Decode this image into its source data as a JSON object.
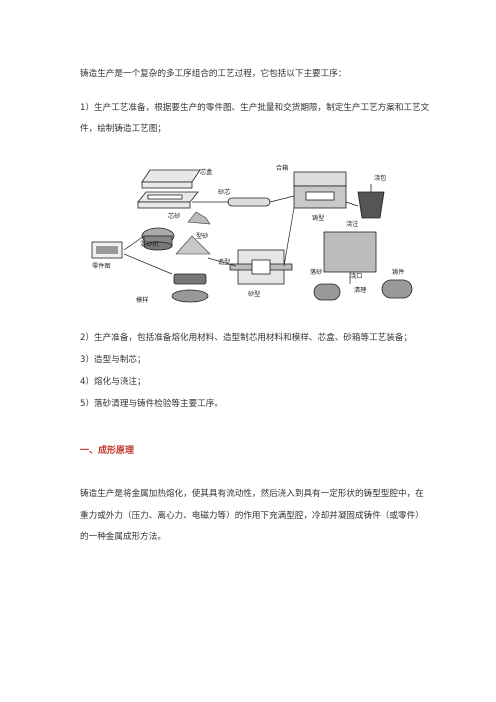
{
  "intro": "铸造生产是一个复杂的多工序组合的工艺过程，它包括以下主要工序：",
  "steps": {
    "s1": "1）生产工艺准备，根据要生产的零件图、生产批量和交货期限，制定生产工艺方案和工艺文件，绘制铸造工艺图；",
    "s2": "2）生产准备，包括准备熔化用材料、造型制芯用材料和模样、芯盒、砂箱等工艺装备；",
    "s3": "3）造型与制芯；",
    "s4": "4）熔化与浇注；",
    "s5": "5）落砂清理与铸件检验等主要工序。"
  },
  "section_heading": "一、成形原理",
  "principle": "铸造生产是将金属加热熔化，使其具有流动性，然后浇入到具有一定形状的铸型型腔中，在重力或外力（压力、离心力、电磁力等）的作用下充满型腔，冷却并凝固成铸件（或零件）的一种金属成形方法。",
  "figure_labels": {
    "core_box": "芯盒",
    "core_sand": "芯砂",
    "sand_core": "砂芯",
    "mixer": "混砂机",
    "molding_sand": "型砂",
    "part_drawing": "零件图",
    "pattern": "模样",
    "molding": "造型",
    "sand_mold": "砂型",
    "closing": "合箱",
    "mold_box": "铸型",
    "ladle": "浇包",
    "pouring": "浇注",
    "shakeout": "落砂",
    "gate": "浇口",
    "casting": "铸件",
    "cleaning": "清理"
  }
}
